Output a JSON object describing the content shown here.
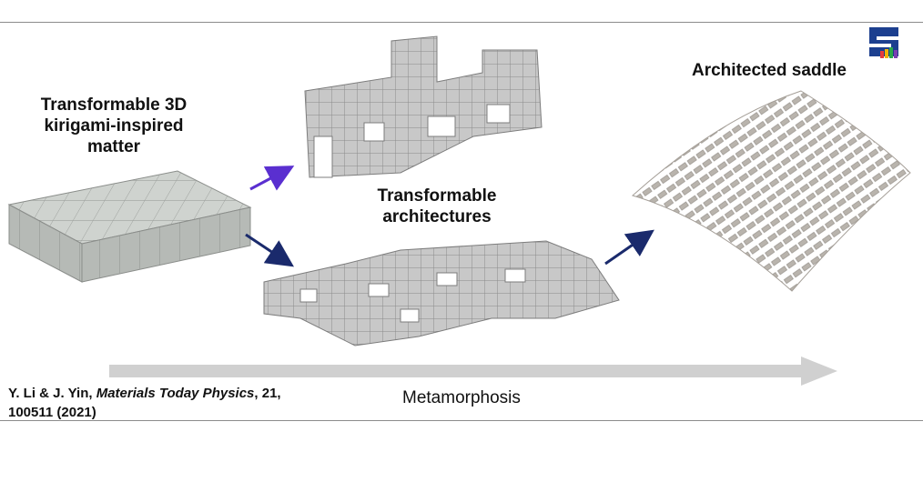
{
  "labels": {
    "left_title": "Transformable 3D",
    "left_title2": "kirigami-inspired",
    "left_title3": "matter",
    "mid_title": "Transformable",
    "mid_title2": "architectures",
    "right_title": "Architected saddle",
    "progress_label": "Metamorphosis"
  },
  "citation": {
    "authors": "Y. Li & J. Yin, ",
    "journal": "Materials Today Physics",
    "rest": ", 21,",
    "line2": "100511 (2021)"
  },
  "colors": {
    "cube_top": "#d9d9d9",
    "cube_side": "#a8a8a8",
    "arrow_purple": "#5a2fd0",
    "arrow_navy": "#1a2a6c",
    "progress_arrow": "#d0d0d0",
    "logo_blue": "#1c3f8f"
  }
}
